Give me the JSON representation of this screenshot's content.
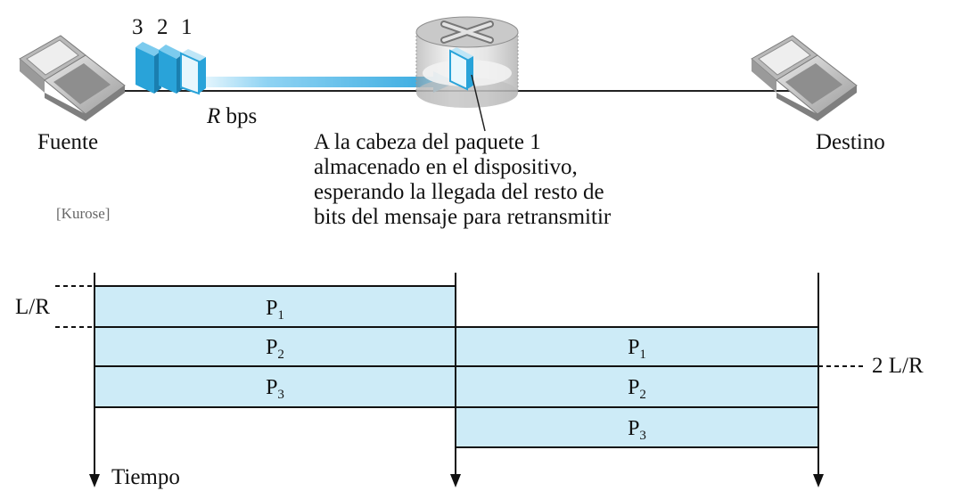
{
  "top": {
    "packet_numbers": [
      "3",
      "2",
      "1"
    ],
    "source_label": "Fuente",
    "destination_label": "Destino",
    "rate_var": "R",
    "rate_unit": "bps",
    "note_lines": [
      "A la cabeza del paquete 1",
      "almacenado en el dispositivo,",
      "esperando la llegada del resto de",
      "bits del mensaje para retransmitir"
    ],
    "citation": "[Kurose]"
  },
  "timing": {
    "lr_label": "L/R",
    "two_lr_label": "2 L/R",
    "time_label": "Tiempo",
    "packet_prefix": "P",
    "left_packets": [
      "1",
      "2",
      "3"
    ],
    "right_packets": [
      "1",
      "2",
      "3"
    ]
  },
  "colors": {
    "packet_blue": "#29a3d9",
    "link_arrow": "#3cb4ea",
    "box_fill": "#cdebf7",
    "line": "#111111"
  }
}
